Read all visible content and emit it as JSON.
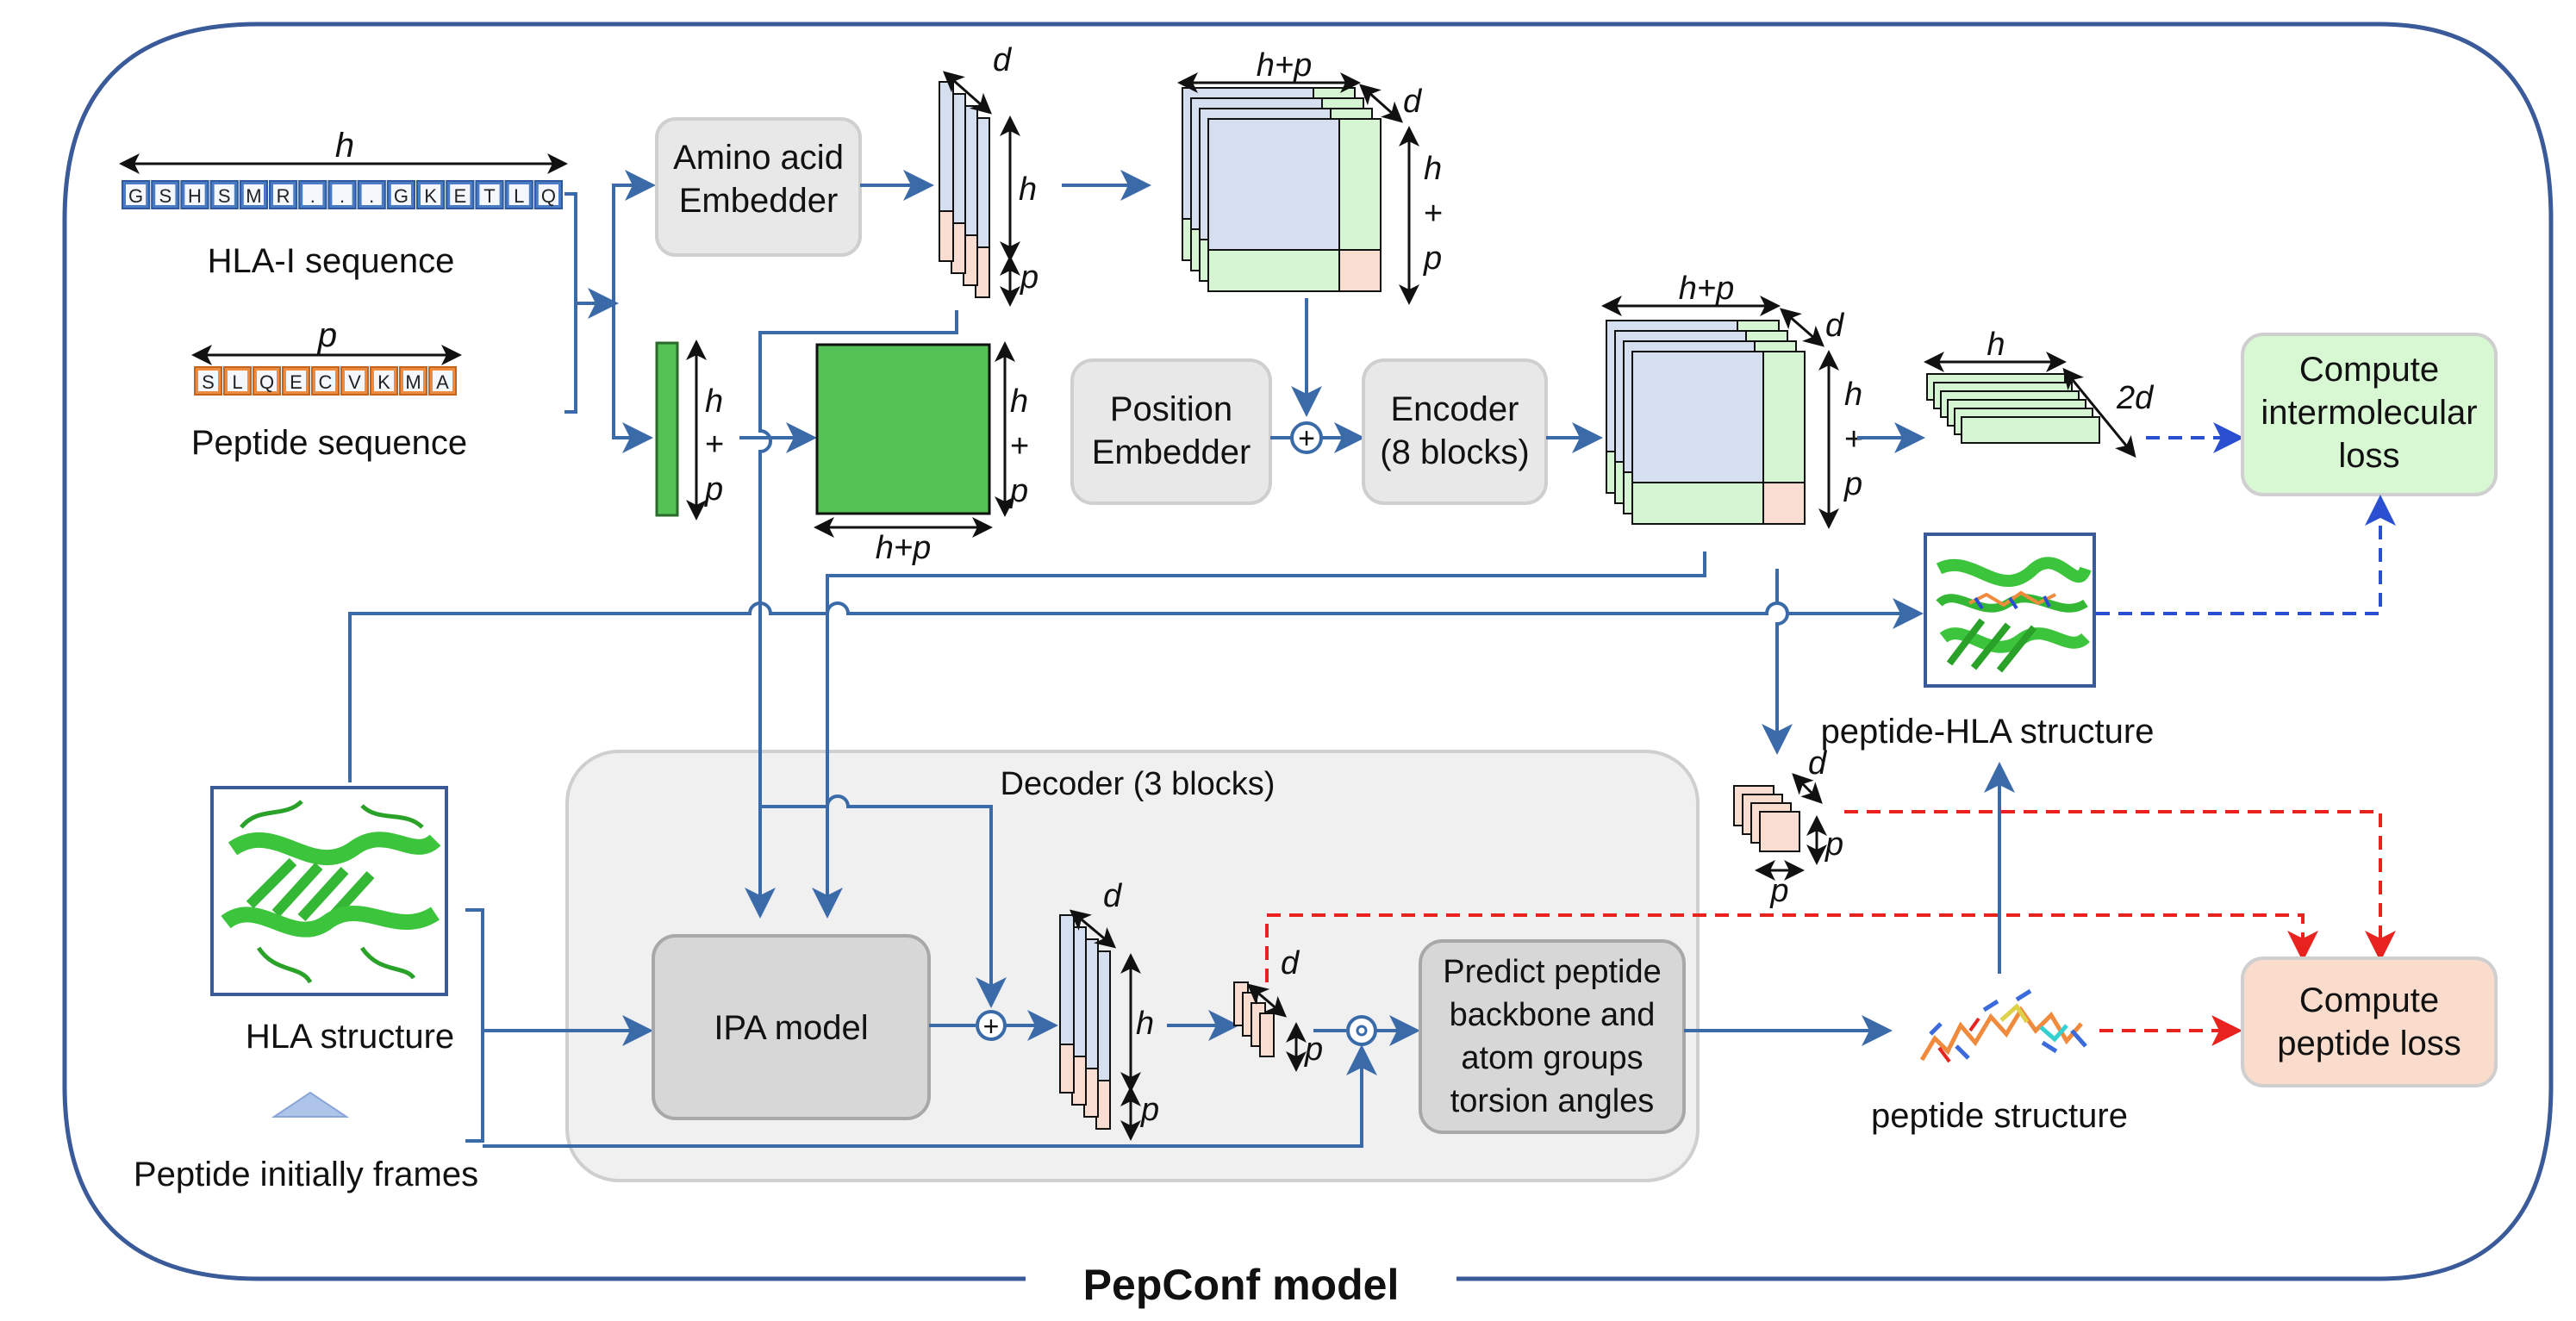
{
  "model_title": "PepConf model",
  "inputs": {
    "hla_sequence_label": "HLA-I sequence",
    "hla_sequence_residues": [
      "G",
      "S",
      "H",
      "S",
      "M",
      "R",
      ".",
      ".",
      ".",
      "G",
      "K",
      "E",
      "T",
      "L",
      "Q"
    ],
    "peptide_sequence_label": "Peptide sequence",
    "peptide_sequence_residues": [
      "S",
      "L",
      "Q",
      "E",
      "C",
      "V",
      "K",
      "M",
      "A"
    ],
    "hla_structure_label": "HLA structure",
    "peptide_frames_label": "Peptide initially frames"
  },
  "modules": {
    "amino_acid_embedder": "Amino acid\nEmbedder",
    "position_embedder": "Position\nEmbedder",
    "encoder": "Encoder\n(8 blocks)",
    "decoder": "Decoder (3 blocks)",
    "ipa_model": "IPA model",
    "predict_torsion": "Predict peptide\nbackbone and\natom groups\ntorsion angles",
    "intermolecular_loss": "Compute\nintermolecular\nloss",
    "peptide_loss": "Compute\npeptide loss"
  },
  "outputs": {
    "peptide_hla_structure": "peptide-HLA structure",
    "peptide_structure": "peptide structure"
  },
  "dims": {
    "h": "h",
    "p": "p",
    "d": "d",
    "h_plus_p": "h+p",
    "two_d": "2d",
    "plus": "+"
  },
  "colors": {
    "frame": "#3a5a9a",
    "arrow": "#3a6aa8",
    "blue_dashed": "#2a4fd0",
    "red_dashed": "#e8231f",
    "hla_residue_fill": "#4a7bc4",
    "peptide_residue_fill": "#f08a3c",
    "embed_green": "#55c255",
    "light_blue": "#d5dff0",
    "light_green": "#d6f5d2",
    "light_peach": "#f8ddd0",
    "module_gray": "#e8e8e8",
    "decoder_bg": "#f0f0f0",
    "ipa_gray": "#d7d7d7",
    "loss_green": "#d8f7d3",
    "loss_peach": "#fadccd"
  }
}
